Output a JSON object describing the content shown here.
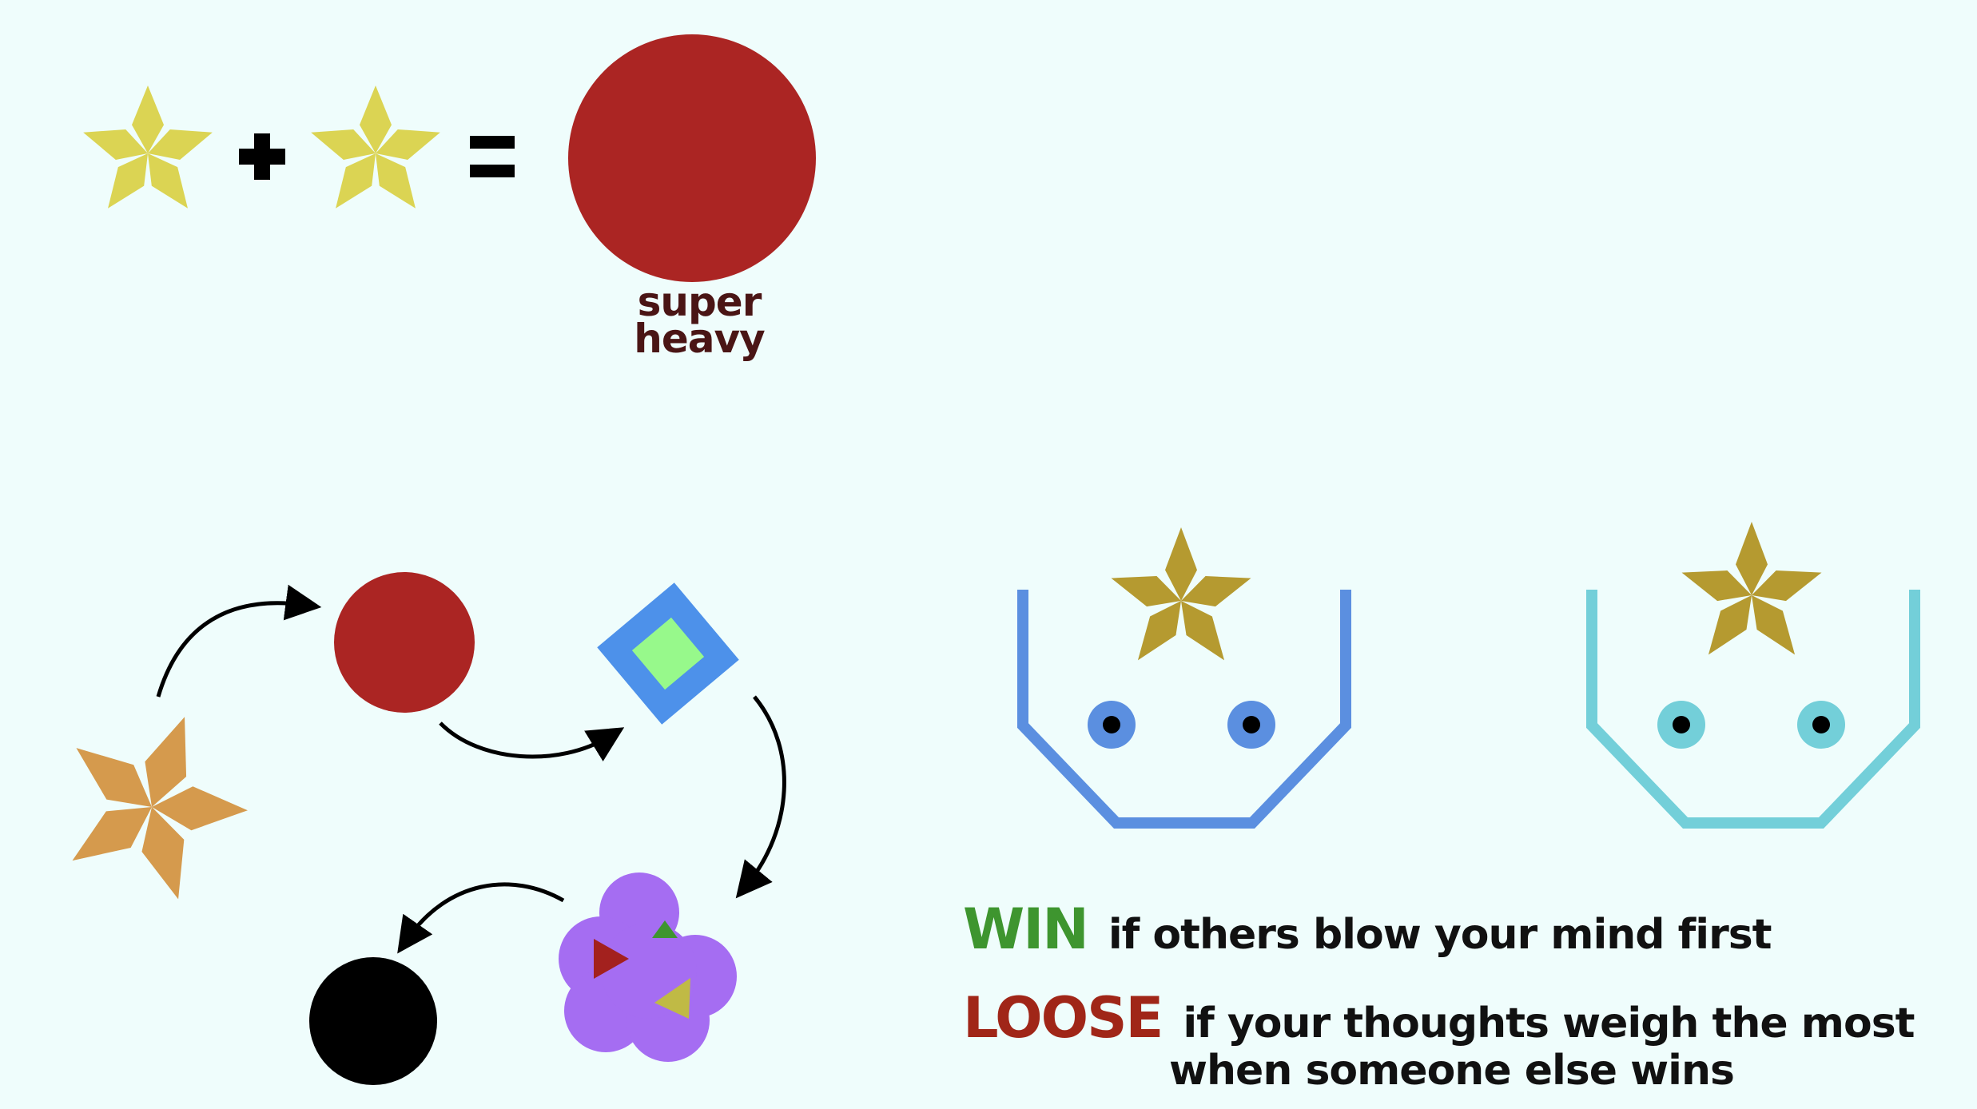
{
  "colors": {
    "background": "#effdfc",
    "small_star": "#dbd453",
    "big_star": "#d59a4d",
    "player_star": "#b59a30",
    "super_heavy_circle": "#ab2523",
    "red_circle": "#ab2523",
    "diamond_outer": "#4d91ea",
    "diamond_inner": "#97f98b",
    "cloud": "#a56df2",
    "black_hole": "#000000",
    "tub_blue": "#5b8fe0",
    "tub_cyan": "#73cfd9",
    "win": "#3e952f",
    "loose": "#a02618",
    "label": "#4a1515"
  },
  "equation": {
    "operand_icon": "star-icon",
    "plus_symbol": "plus-icon",
    "equals_symbol": "equals-icon",
    "result_icon": "red-circle-icon",
    "result_label_line1": "super",
    "result_label_line2": "heavy"
  },
  "cycle": {
    "stages": [
      "star-icon",
      "red-circle-icon",
      "diamond-icon",
      "cloud-icon",
      "black-circle-icon"
    ]
  },
  "players": [
    {
      "color": "tub_blue",
      "icon": "star-icon"
    },
    {
      "color": "tub_cyan",
      "icon": "star-icon"
    }
  ],
  "rules": {
    "win_keyword": "WIN",
    "win_text": "if others blow your mind first",
    "loose_keyword": "LOOSE",
    "loose_text_line1": "if your thoughts weigh the most",
    "loose_text_line2": "when someone else wins"
  }
}
